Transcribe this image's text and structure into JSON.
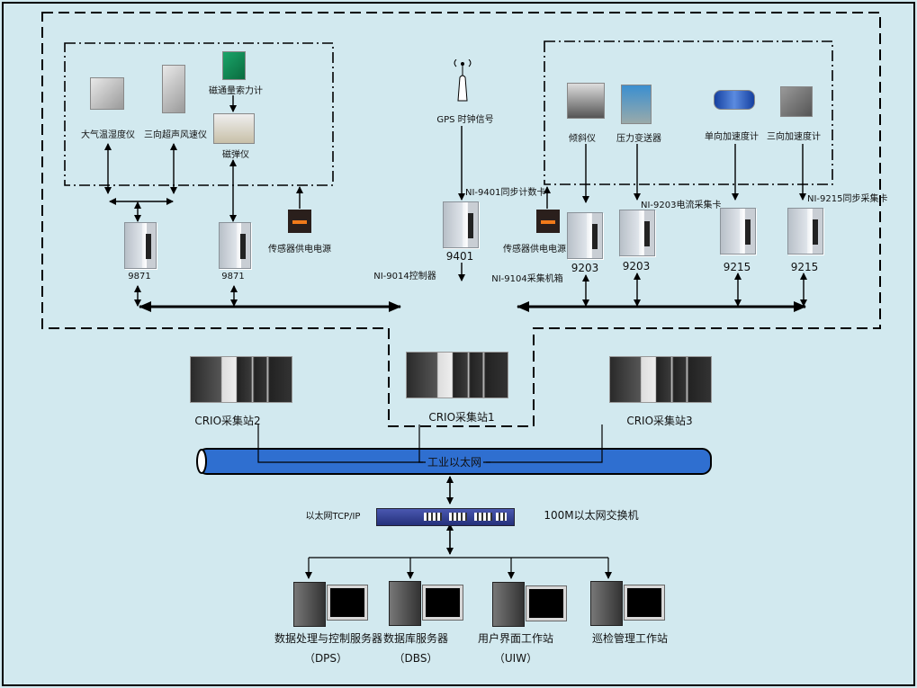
{
  "colors": {
    "background": "#d2e9ef",
    "ethernet_pipe": "#2f6fd0",
    "switch": "#2f3b8f"
  },
  "left_group": {
    "sensors": [
      "大气温湿度仪",
      "三向超声风速仪",
      "磁通量索力计",
      "磁弹仪"
    ],
    "power_supply": "传感器供电电源",
    "modules": [
      "9871",
      "9871"
    ],
    "controller": "NI-9014控制器"
  },
  "gps": {
    "label": "GPS 时钟信号",
    "card_label": "NI-9401同步计数卡",
    "module": "9401"
  },
  "right_group": {
    "sensors": [
      "倾斜仪",
      "压力变送器",
      "单向加速度计",
      "三向加速度计"
    ],
    "power_supply": "传感器供电电源",
    "chassis": "NI-9104采集机箱",
    "card_9203": "NI-9203电流采集卡",
    "card_9215": "NI-9215同步采集卡",
    "modules": [
      "9203",
      "9203",
      "9215",
      "9215"
    ]
  },
  "stations": [
    "CRIO采集站2",
    "CRIO采集站1",
    "CRIO采集站3"
  ],
  "network": {
    "bus": "工业以太网",
    "protocol": "以太网TCP/IP",
    "switch": "100M以太网交换机"
  },
  "computers": [
    {
      "name": "数据处理与控制服务器",
      "abbr": "（DPS）"
    },
    {
      "name": "数据库服务器",
      "abbr": "（DBS）"
    },
    {
      "name": "用户界面工作站",
      "abbr": "（UIW）"
    },
    {
      "name": "巡检管理工作站"
    }
  ]
}
